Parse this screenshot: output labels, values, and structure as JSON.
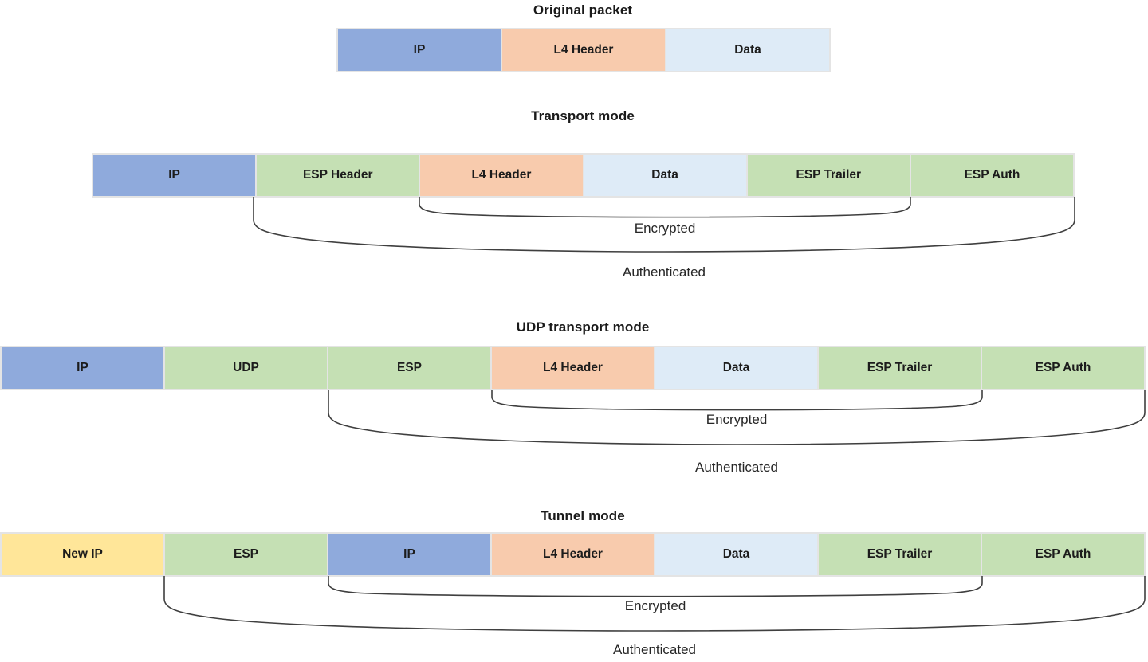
{
  "palette": {
    "ip_blue": "#8FAADC",
    "esp_green": "#C5E0B4",
    "l4_orange": "#F8CBAD",
    "data_lightblue": "#DEEBF7",
    "new_ip_yellow": "#FFE699",
    "bracket_line": "#3F3F3F",
    "label_text": "#1C1C1C"
  },
  "sections": [
    {
      "title": "Original packet",
      "segments": [
        {
          "label": "IP",
          "color": "ip_blue"
        },
        {
          "label": "L4 Header",
          "color": "l4_orange"
        },
        {
          "label": "Data",
          "color": "data_lightblue"
        }
      ]
    },
    {
      "title": "Transport mode",
      "segments": [
        {
          "label": "IP",
          "color": "ip_blue"
        },
        {
          "label": "ESP Header",
          "color": "esp_green"
        },
        {
          "label": "L4 Header",
          "color": "l4_orange"
        },
        {
          "label": "Data",
          "color": "data_lightblue"
        },
        {
          "label": "ESP Trailer",
          "color": "esp_green"
        },
        {
          "label": "ESP Auth",
          "color": "esp_green"
        }
      ],
      "brackets": [
        {
          "label": "Encrypted",
          "covers": [
            "L4 Header",
            "Data",
            "ESP Trailer"
          ]
        },
        {
          "label": "Authenticated",
          "covers": [
            "ESP Header",
            "L4 Header",
            "Data",
            "ESP Trailer",
            "ESP Auth"
          ]
        }
      ]
    },
    {
      "title": "UDP transport mode",
      "segments": [
        {
          "label": "IP",
          "color": "ip_blue"
        },
        {
          "label": "UDP",
          "color": "esp_green"
        },
        {
          "label": "ESP",
          "color": "esp_green"
        },
        {
          "label": "L4 Header",
          "color": "l4_orange"
        },
        {
          "label": "Data",
          "color": "data_lightblue"
        },
        {
          "label": "ESP Trailer",
          "color": "esp_green"
        },
        {
          "label": "ESP Auth",
          "color": "esp_green"
        }
      ],
      "brackets": [
        {
          "label": "Encrypted",
          "covers": [
            "L4 Header",
            "Data",
            "ESP Trailer"
          ]
        },
        {
          "label": "Authenticated",
          "covers": [
            "ESP",
            "L4 Header",
            "Data",
            "ESP Trailer",
            "ESP Auth"
          ]
        }
      ]
    },
    {
      "title": "Tunnel mode",
      "segments": [
        {
          "label": "New IP",
          "color": "new_ip_yellow"
        },
        {
          "label": "ESP",
          "color": "esp_green"
        },
        {
          "label": "IP",
          "color": "ip_blue"
        },
        {
          "label": "L4 Header",
          "color": "l4_orange"
        },
        {
          "label": "Data",
          "color": "data_lightblue"
        },
        {
          "label": "ESP Trailer",
          "color": "esp_green"
        },
        {
          "label": "ESP Auth",
          "color": "esp_green"
        }
      ],
      "brackets": [
        {
          "label": "Encrypted",
          "covers": [
            "IP",
            "L4 Header",
            "Data",
            "ESP Trailer"
          ]
        },
        {
          "label": "Authenticated",
          "covers": [
            "ESP",
            "IP",
            "L4 Header",
            "Data",
            "ESP Trailer",
            "ESP Auth"
          ]
        }
      ]
    }
  ]
}
